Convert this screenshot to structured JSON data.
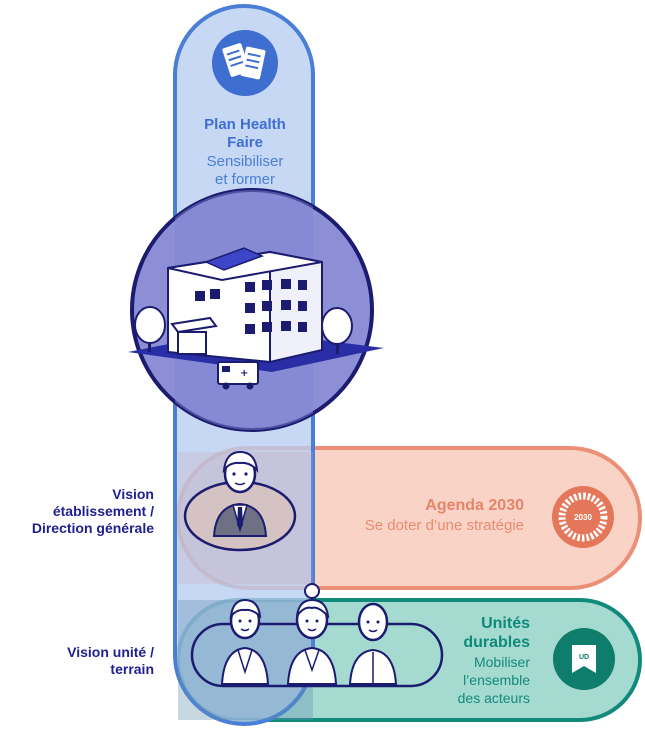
{
  "plan": {
    "title_line1": "Plan Health",
    "title_line2": "Faire",
    "subtitle_line1": "Sensibiliser",
    "subtitle_line2": "et former"
  },
  "agenda": {
    "title": "Agenda 2030",
    "subtitle": "Se doter d’une stratégie",
    "badge": "2030"
  },
  "unites": {
    "title_line1": "Unités",
    "title_line2": "durables",
    "sub_line1": "Mobiliser",
    "sub_line2": "l’ensemble",
    "sub_line3": "des acteurs",
    "badge": "UD"
  },
  "side_labels": {
    "vision_etab_line1": "Vision",
    "vision_etab_line2": "établissement /",
    "vision_etab_line3": "Direction générale",
    "vision_unite_line1": "Vision unité /",
    "vision_unite_line2": "terrain"
  },
  "colors": {
    "blue_pill": "#4f7fd6",
    "blue_fill": "#b9cdf0",
    "navy": "#1f1f8f",
    "salmon": "#e98b72",
    "salmon_fill": "#f7cfc2",
    "teal": "#0f8a7a",
    "teal_fill": "#9fd6cc"
  }
}
